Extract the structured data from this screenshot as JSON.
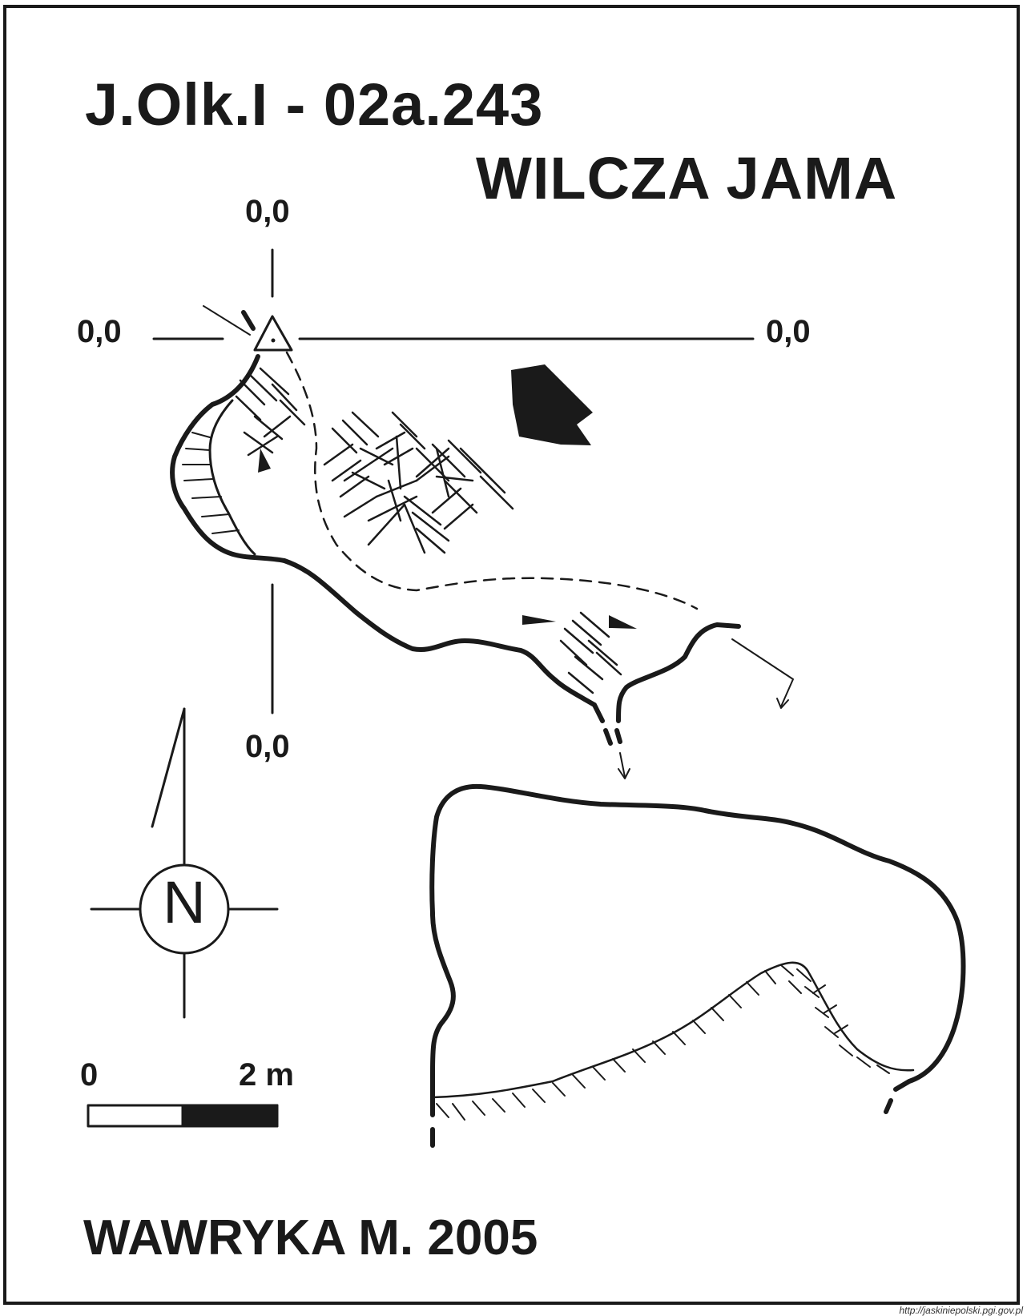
{
  "header": {
    "code": "J.Olk.I - 02a.243",
    "name": "WILCZA JAMA"
  },
  "coordinates": {
    "top": "0,0",
    "left": "0,0",
    "right": "0,0",
    "bottom": "0,0"
  },
  "compass": {
    "letter": "N",
    "icon": "north-arrow-icon"
  },
  "scale": {
    "start_label": "0",
    "end_label": "2 m"
  },
  "author": "WAWRYKA M. 2005",
  "source": "http://jaskiniepolski.pgi.gov.pl",
  "colors": {
    "ink": "#1a1a1a",
    "paper": "#ffffff"
  }
}
